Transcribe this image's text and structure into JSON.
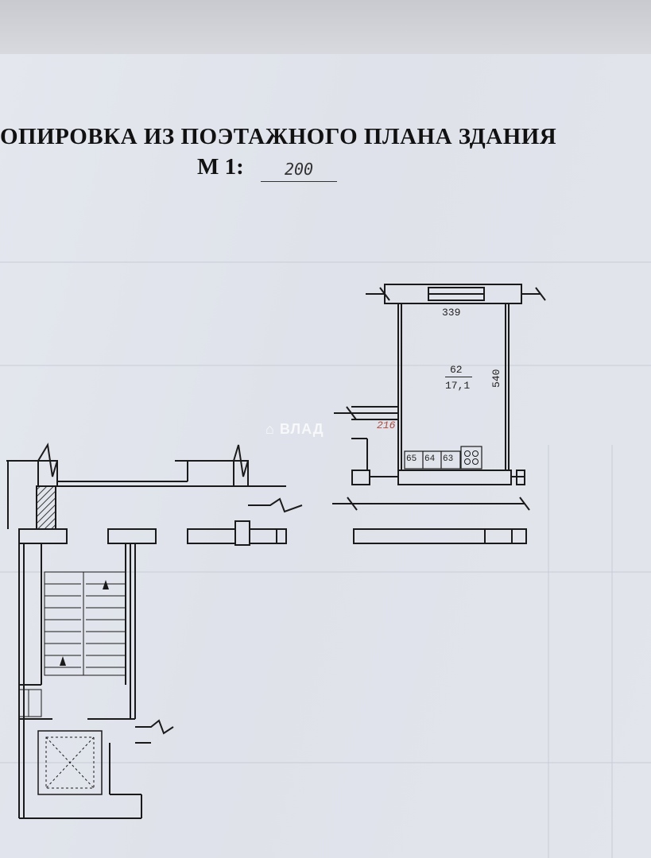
{
  "document": {
    "title": "ОПИРОВКА ИЗ ПОЭТАЖНОГО ПЛАНА ЗДАНИЯ",
    "scale_label": "М 1:",
    "scale_value": "200"
  },
  "plan": {
    "room_width": "339",
    "room_length": "540",
    "room_number": "62",
    "room_area": "17,1",
    "side_dim": "216",
    "fixtures": [
      "65",
      "64",
      "63"
    ]
  },
  "watermark": {
    "text": "ВЛАД"
  },
  "colors": {
    "ink": "#1a1a1a",
    "paper": "#e1e4ec",
    "red_note": "#b0483a"
  }
}
